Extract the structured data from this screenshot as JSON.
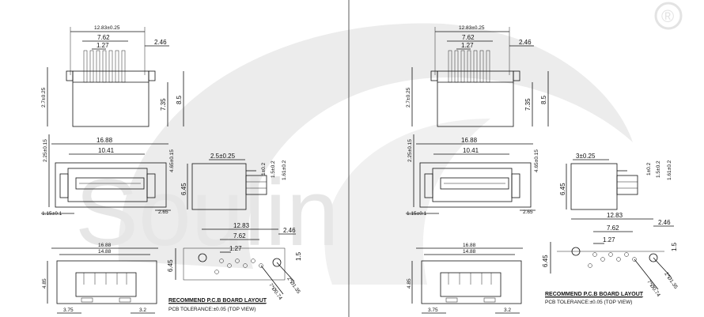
{
  "watermark": {
    "brand": "Soulin",
    "registered_mark": "®",
    "color": "#d9d9d9"
  },
  "panels": [
    {
      "id": "left",
      "top_view": {
        "overall": "12.83±0.25",
        "pin_span": "7.62",
        "pitch": "1.27",
        "edge": "2.46",
        "height_tol": "2.7±0.25",
        "height_a": "7.35",
        "height_b": "8.5"
      },
      "front_view": {
        "width": "16.88",
        "inner": "10.41",
        "height_left": "2.25±0.15",
        "height_right": "4.65±0.15",
        "offset": "1.15±0.1",
        "right": "2.65"
      },
      "side_view": {
        "top": "2.5±0.25",
        "h": "6.45",
        "d1": "1±0.2",
        "d2": "1.5±0.2",
        "d3": "1.61±0.2"
      },
      "bottom_view": {
        "w1": "16.88",
        "w2": "14.88",
        "h": "4.85",
        "left": "3.75",
        "right": "3.2"
      },
      "pcb": {
        "overall": "12.83",
        "edge": "2.46",
        "span": "7.62",
        "pitch": "1.27",
        "h": "6.45",
        "v": "1.5",
        "hole_big": "2*Ø1.35",
        "hole_small": "7*Ø0.74",
        "title": "RECOMMEND P.C.B BOARD LAYOUT",
        "note": "PCB TOLERANCE:±0.05  (TOP VIEW)"
      }
    },
    {
      "id": "right",
      "top_view": {
        "overall": "12.83±0.25",
        "pin_span": "7.62",
        "pitch": "1.27",
        "edge": "2.46",
        "height_tol": "2.7±0.25",
        "height_a": "7.35",
        "height_b": "8.5"
      },
      "front_view": {
        "width": "16.88",
        "inner": "10.41",
        "height_left": "2.25±0.15",
        "height_right": "4.65±0.15",
        "offset": "1.15±0.1",
        "right": "2.65"
      },
      "side_view": {
        "top": "3±0.25",
        "h": "6.45",
        "d1": "1±0.2",
        "d2": "1.5±0.2",
        "d3": "1.61±0.2"
      },
      "bottom_view": {
        "w1": "16.88",
        "w2": "14.88",
        "h": "4.85",
        "left": "3.75",
        "right": "3.2"
      },
      "pcb": {
        "overall": "12.83",
        "edge": "2.46",
        "span": "7.62",
        "pitch": "1.27",
        "h": "6.45",
        "v": "1.5",
        "hole_big": "2*Ø1.35",
        "hole_small": "7*Ø0.74",
        "title": "RECOMMEND P.C.B BOARD LAYOUT",
        "note": "PCB TOLERANCE:±0.05  (TOP VIEW)"
      }
    }
  ]
}
